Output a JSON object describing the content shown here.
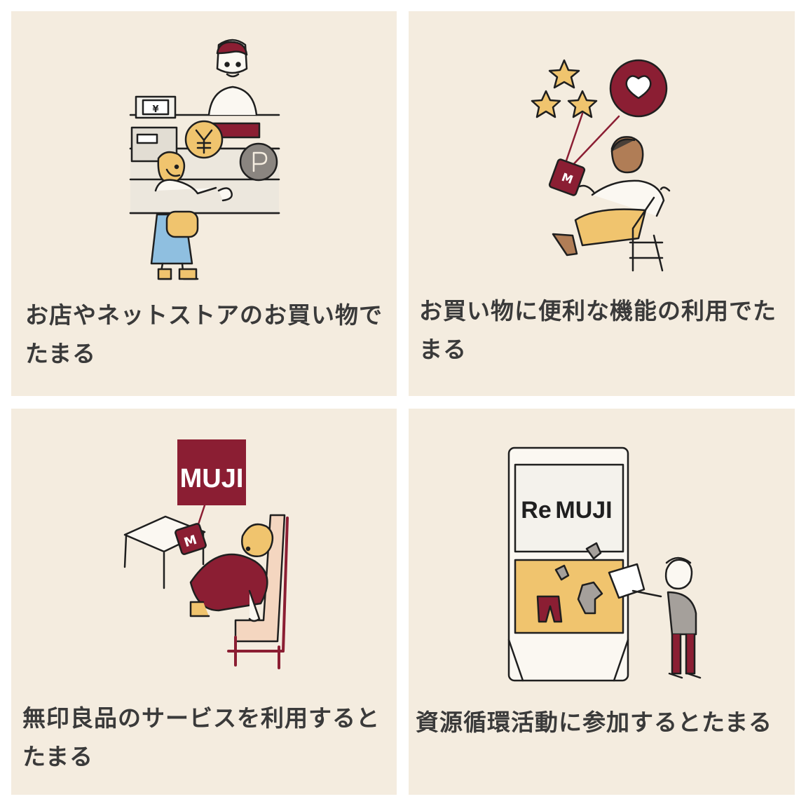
{
  "cards": [
    {
      "caption": "お店やネットストアのお買い物でたまる",
      "signs": {
        "price": "¥",
        "coin": "¥",
        "point": "P"
      }
    },
    {
      "caption": "お買い物に便利な機能の利用でたまる",
      "phone_letter": "M"
    },
    {
      "caption": "無印良品のサービスを利用するとたまる",
      "logo": "MUJI",
      "tablet_letter": "M"
    },
    {
      "caption": "資源循環活動に参加するとたまる",
      "logo": {
        "re": "Re",
        "muji": "MUJI"
      }
    }
  ],
  "colors": {
    "card_bg": "#f4ecdf",
    "brand": "#8b1e33",
    "accent": "#f0c46e",
    "ink": "#1f1f1f",
    "text": "#3a3a3a"
  }
}
